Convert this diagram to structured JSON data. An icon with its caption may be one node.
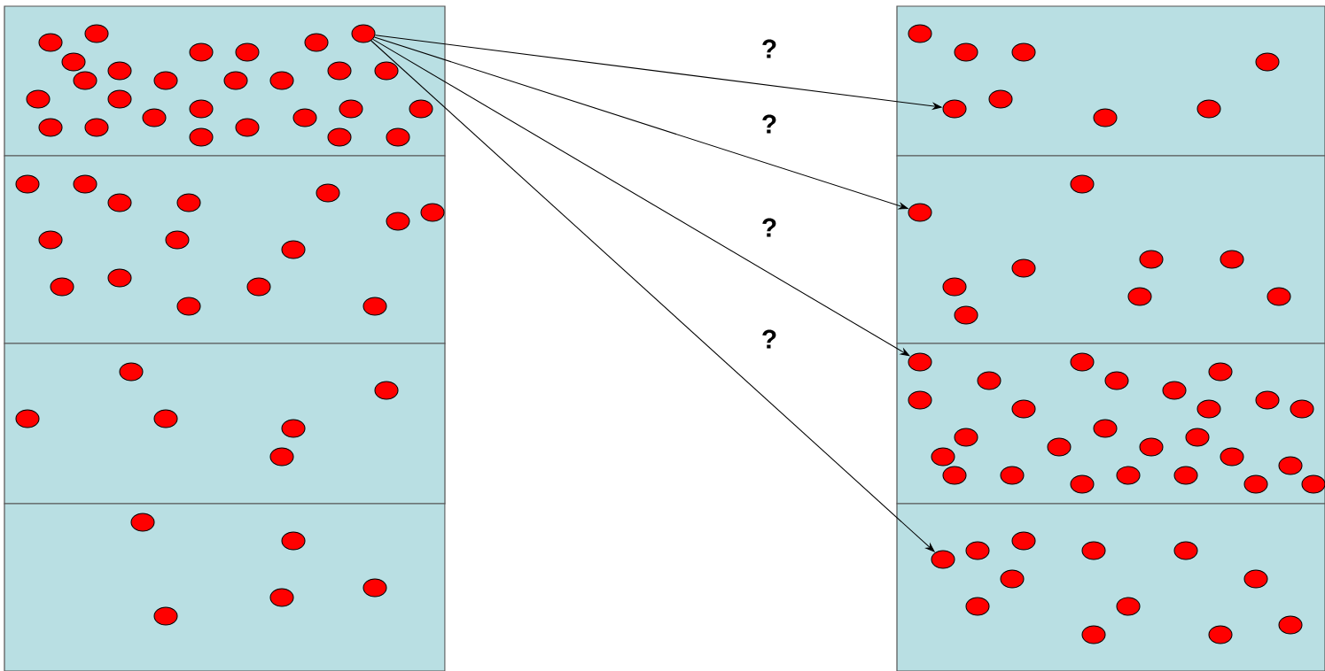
{
  "diagram": {
    "nodes": [
      {
        "text": [],
        "shape": "box"
      },
      {
        "text": [],
        "shape": "circle",
        "in": 0
      },
      {
        "text": [],
        "shape": "box"
      },
      {
        "text": [],
        "shape": "box"
      },
      {
        "text": [],
        "shape": "box"
      },
      {
        "text": [],
        "shape": "box"
      },
      {
        "text": [],
        "shape": "circle",
        "in": 5
      },
      {
        "text": [],
        "shape": "box"
      },
      {
        "text": [],
        "shape": "circle",
        "in": 7
      },
      {
        "text": [],
        "shape": "box"
      },
      {
        "text": [],
        "shape": "circle",
        "in": 9
      },
      {
        "text": [],
        "shape": "box"
      },
      {
        "text": [],
        "shape": "circle",
        "in": 11
      }
    ],
    "edges": [
      {
        "from": 1,
        "to": 6,
        "arrow": "to",
        "label": "?"
      },
      {
        "from": 1,
        "to": 8,
        "arrow": "to",
        "label": "?"
      },
      {
        "from": 1,
        "to": 10,
        "arrow": "to",
        "label": "?"
      },
      {
        "from": 1,
        "to": 12,
        "arrow": "to",
        "label": "?"
      }
    ]
  }
}
